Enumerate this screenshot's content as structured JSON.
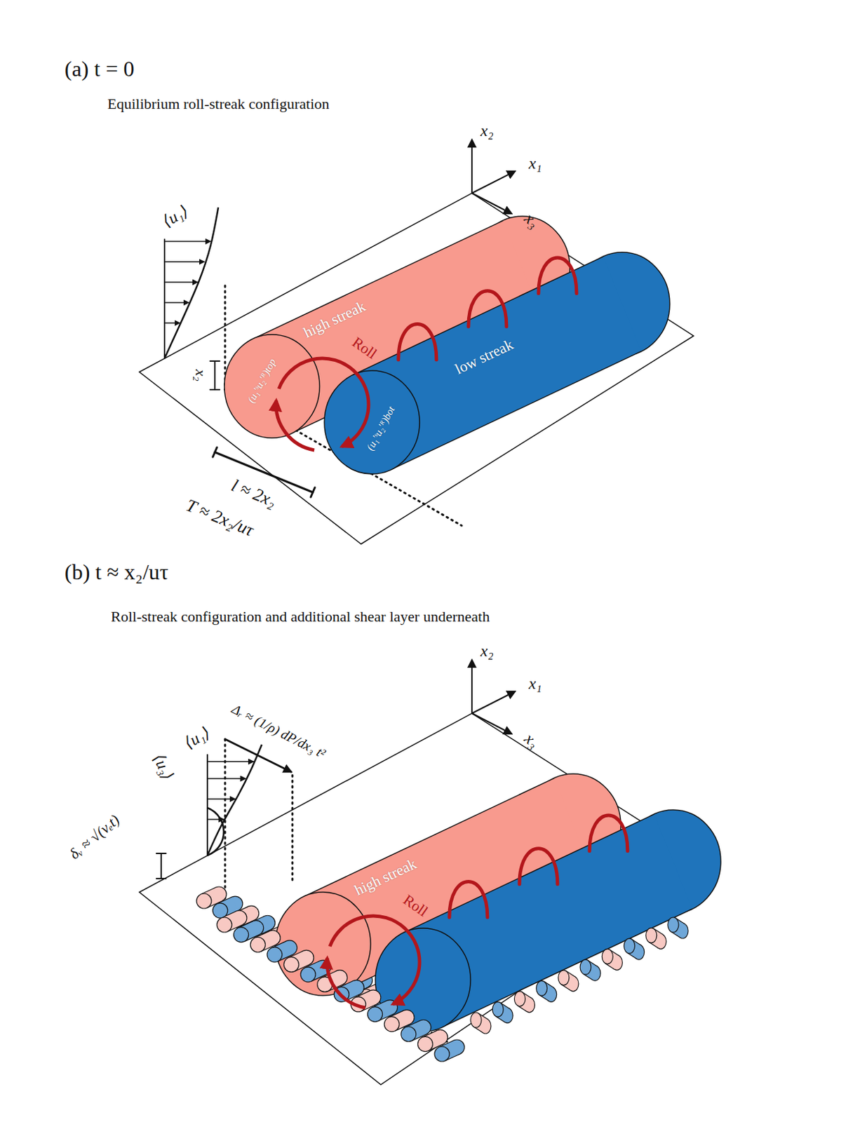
{
  "diagram": {
    "nodes": [
      {
        "text": [
          "high streak",
          "(u₁′ˢu₂′ᴿ)top"
        ]
      },
      {
        "text": [
          "low streak",
          "(u₁′ˢu₂′ᴿ)bot"
        ]
      },
      {
        "text": [
          "high streak"
        ]
      }
    ],
    "labels": [
      "(a) t = 0",
      "Equilibrium roll-streak configuration",
      "x₂",
      "x₁",
      "x₃",
      "⟨u₁⟩",
      "Roll",
      "x₂",
      "l ≈ 2x₂",
      "T ≈ 2x₂/uτ",
      "(b) t ≈ x₂/uτ",
      "Roll-streak configuration and additional shear layer underneath",
      "x₂",
      "x₁",
      "x₃",
      "⟨u₁⟩",
      "⟨u₃⟩",
      "δᵥ ≈ √(νₑt)",
      "Δᵣ ≈ (1/ρ) dP/dx₃ t²",
      "Roll"
    ]
  }
}
